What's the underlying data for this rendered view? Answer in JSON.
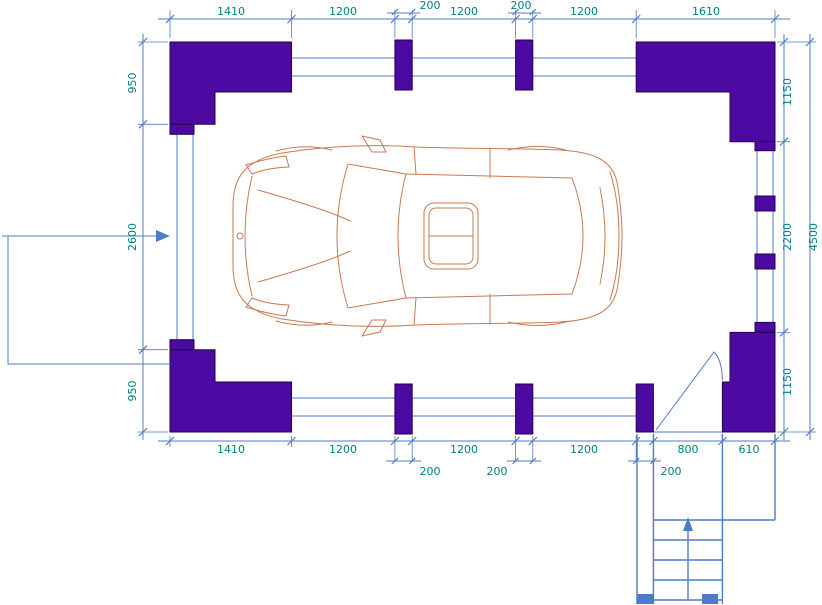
{
  "dims": {
    "top_main": [
      "1410",
      "1200",
      "1200",
      "1200",
      "1610"
    ],
    "top_secondary": [
      "200",
      "200"
    ],
    "bottom_main": [
      "1410",
      "1200",
      "1200",
      "1200",
      "800",
      "610"
    ],
    "bottom_secondary": [
      "200",
      "200",
      "200"
    ],
    "left": [
      "950",
      "2600",
      "950"
    ],
    "right_inner": [
      "1150",
      "2200",
      "1150"
    ],
    "right_outer": "4500"
  },
  "colors": {
    "wall_fill": "#4c0aa2",
    "wall_stroke": "#26004d",
    "blue_line": "#4d7cc8",
    "dim_text": "#008080",
    "car_stroke": "#c87a52"
  }
}
